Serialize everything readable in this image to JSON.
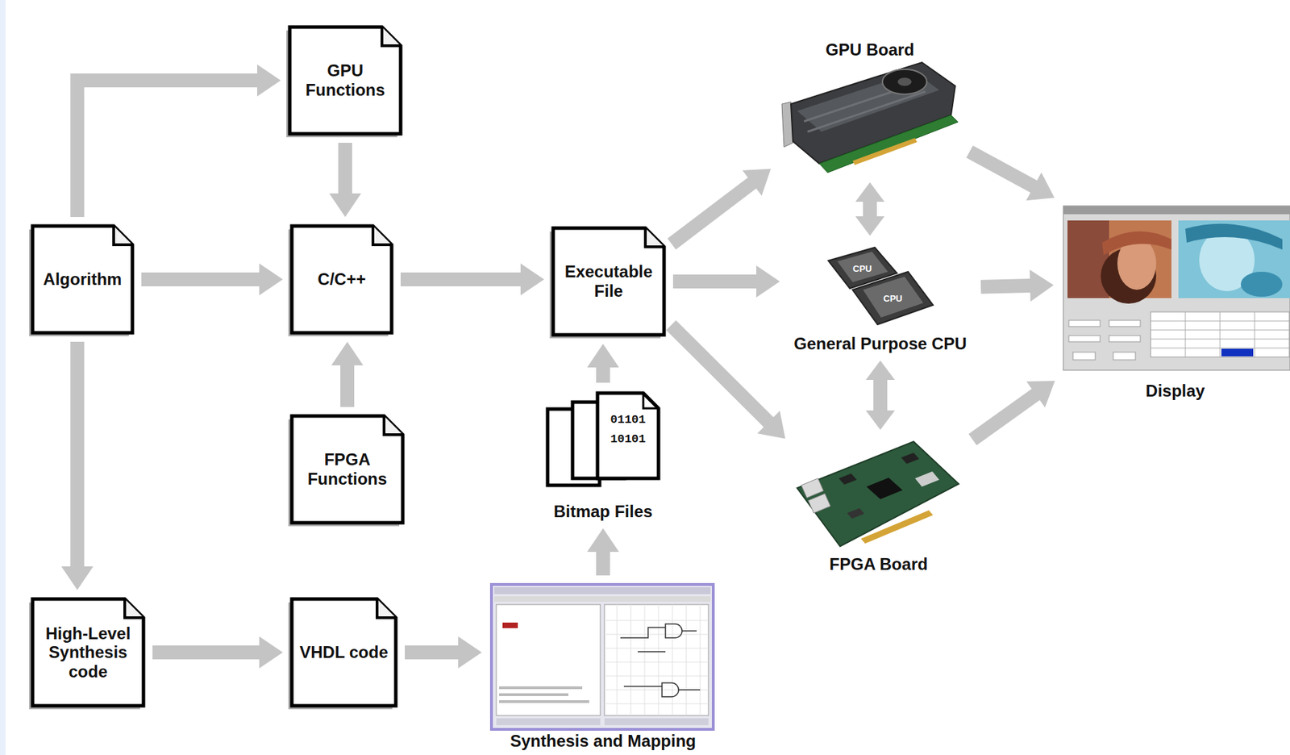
{
  "diagram": {
    "nodes": [
      {
        "text": [
          "GPU Functions"
        ]
      },
      {
        "text": [
          "Algorithm"
        ]
      },
      {
        "text": [
          "C/C++"
        ]
      },
      {
        "text": [
          "Executable File"
        ]
      },
      {
        "text": [
          "FPGA Functions"
        ]
      },
      {
        "text": [
          "Bitmap Files"
        ]
      },
      {
        "text": [
          "High-Level Synthesis code"
        ]
      },
      {
        "text": [
          "VHDL code"
        ]
      },
      {
        "text": [
          "Synthesis and Mapping"
        ]
      },
      {
        "text": [
          "GPU Board"
        ]
      },
      {
        "text": [
          "General Purpose CPU"
        ]
      },
      {
        "text": [
          "FPGA Board"
        ]
      },
      {
        "text": [
          "Display"
        ]
      }
    ],
    "edges": [
      {
        "from": 1,
        "to": 0,
        "arrow": "to"
      },
      {
        "from": 1,
        "to": 2,
        "arrow": "to"
      },
      {
        "from": 1,
        "to": 6,
        "arrow": "to"
      },
      {
        "from": 0,
        "to": 2,
        "arrow": "to"
      },
      {
        "from": 4,
        "to": 2,
        "arrow": "to"
      },
      {
        "from": 2,
        "to": 3,
        "arrow": "to"
      },
      {
        "from": 5,
        "to": 3,
        "arrow": "to"
      },
      {
        "from": 6,
        "to": 7,
        "arrow": "to"
      },
      {
        "from": 7,
        "to": 8,
        "arrow": "to"
      },
      {
        "from": 8,
        "to": 5,
        "arrow": "to"
      },
      {
        "from": 3,
        "to": 9,
        "arrow": "to"
      },
      {
        "from": 3,
        "to": 10,
        "arrow": "to"
      },
      {
        "from": 3,
        "to": 11,
        "arrow": "to"
      },
      {
        "from": 9,
        "to": 10,
        "arrow": "both"
      },
      {
        "from": 10,
        "to": 11,
        "arrow": "both"
      },
      {
        "from": 9,
        "to": 12,
        "arrow": "to"
      },
      {
        "from": 10,
        "to": 12,
        "arrow": "to"
      },
      {
        "from": 11,
        "to": 12,
        "arrow": "to"
      }
    ],
    "labels": [
      "01101",
      "10101",
      "CPU",
      "CPU"
    ]
  }
}
